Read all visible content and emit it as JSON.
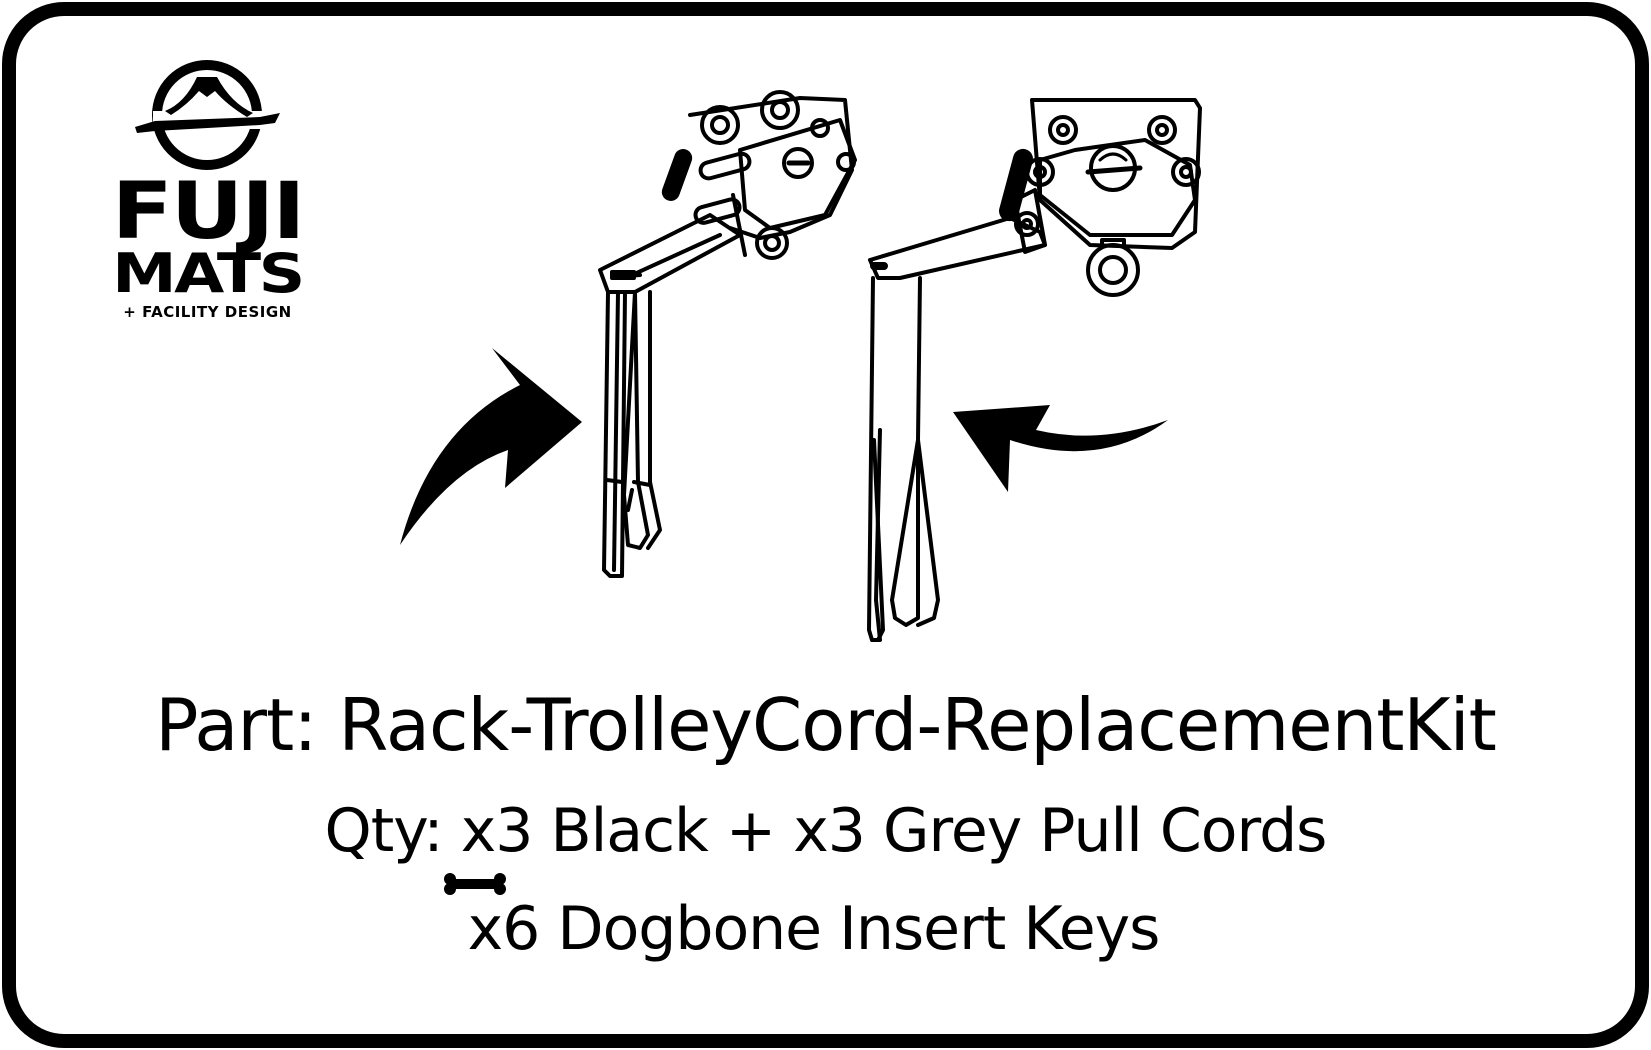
{
  "logo": {
    "brand_line1": "FUJI",
    "brand_line2": "MATS",
    "brand_sub": "+ FACILITY DESIGN",
    "icon": "mount-fuji-circle-logo-icon"
  },
  "illustration": {
    "left_item": "trolley-with-pull-cords (angled view)",
    "right_item": "trolley-with-pull-cord (side view)",
    "arrows": [
      "curved-arrow-right-icon",
      "curved-arrow-left-icon"
    ]
  },
  "label": {
    "part": "Part: Rack-TrolleyCord-ReplacementKit",
    "qty": "Qty: x3 Black + x3 Grey Pull Cords",
    "keys": "x6 Dogbone Insert Keys",
    "keys_icon": "dogbone-icon"
  },
  "colors": {
    "ink": "#000000",
    "background": "#ffffff"
  }
}
